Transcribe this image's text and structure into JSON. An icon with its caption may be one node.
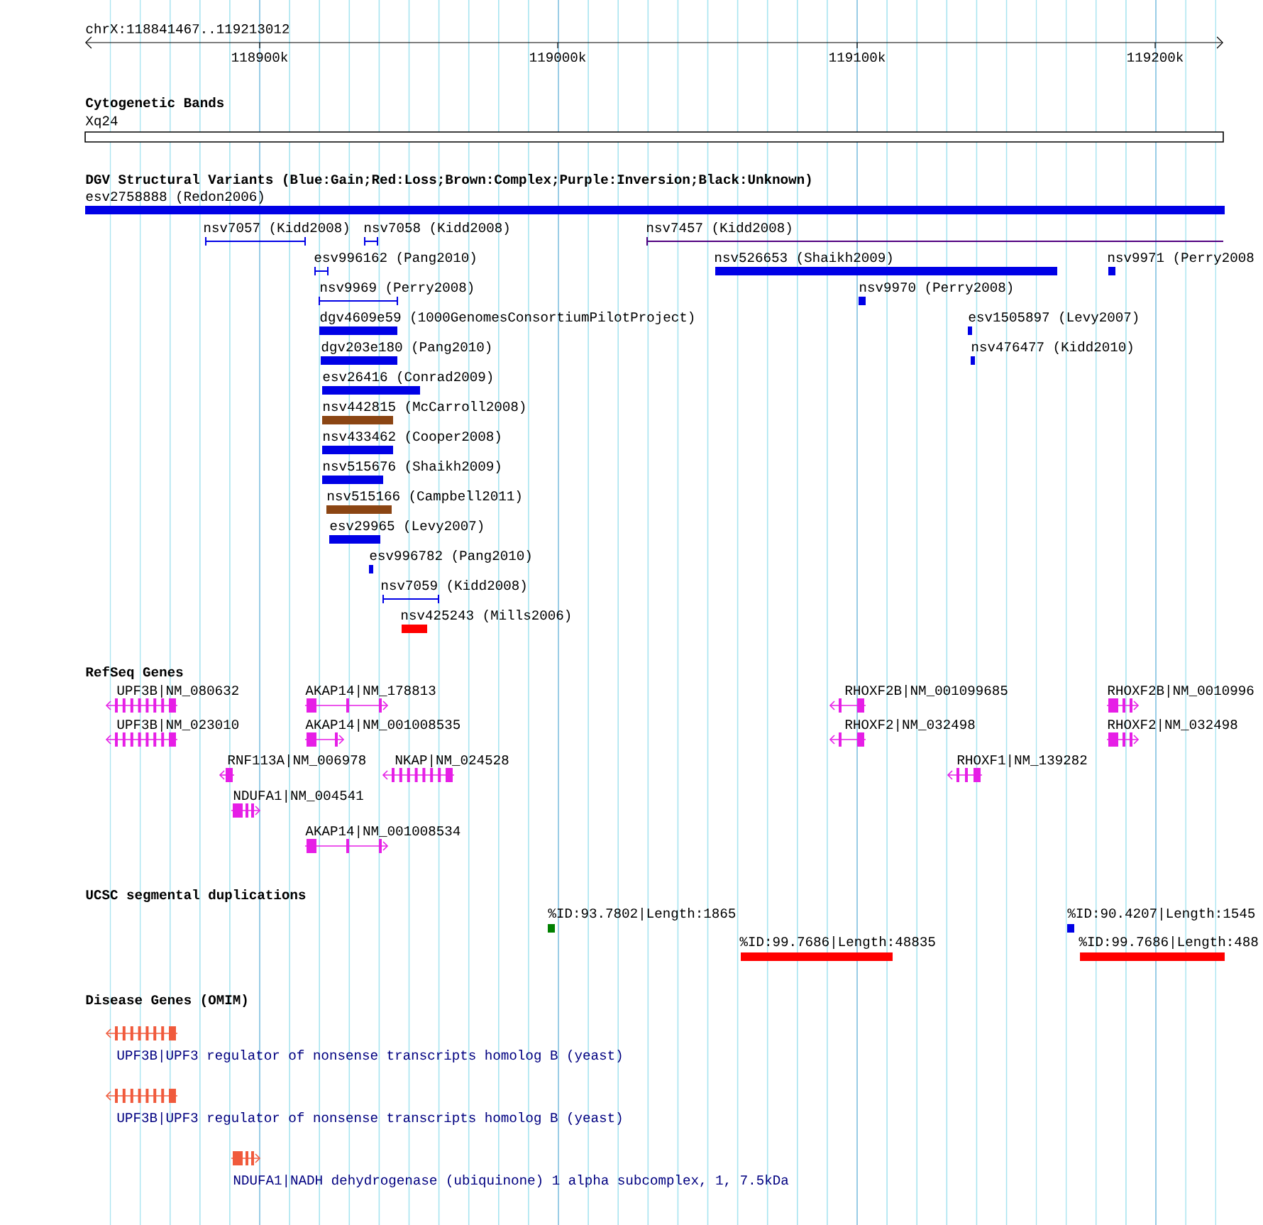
{
  "diagram": {
    "labels": [
      "chrX:118841467..119213012",
      "118900k",
      "119000k",
      "119100k",
      "119200k",
      "Cytogenetic Bands",
      "Xq24",
      "DGV Structural Variants (Blue:Gain;Red:Loss;Brown:Complex;Purple:Inversion;Black:Unknown)",
      "esv2758888 (Redon2006)",
      "nsv7057 (Kidd2008)",
      "nsv7058 (Kidd2008)",
      "nsv7457 (Kidd2008)",
      "esv996162 (Pang2010)",
      "nsv526653 (Shaikh2009)",
      "nsv9971 (Perry2008",
      "nsv9969 (Perry2008)",
      "nsv9970 (Perry2008)",
      "dgv4609e59 (1000GenomesConsortiumPilotProject)",
      "esv1505897 (Levy2007)",
      "dgv203e180 (Pang2010)",
      "nsv476477 (Kidd2010)",
      "esv26416 (Conrad2009)",
      "nsv442815 (McCarroll2008)",
      "nsv433462 (Cooper2008)",
      "nsv515676 (Shaikh2009)",
      "nsv515166 (Campbell2011)",
      "esv29965 (Levy2007)",
      "esv996782 (Pang2010)",
      "nsv7059 (Kidd2008)",
      "nsv425243 (Mills2006)",
      "RefSeq Genes",
      "UPF3B|NM_080632",
      "AKAP14|NM_178813",
      "RHOXF2B|NM_001099685",
      "RHOXF2B|NM_0010996",
      "UPF3B|NM_023010",
      "AKAP14|NM_001008535",
      "RHOXF2|NM_032498",
      "RHOXF2|NM_032498",
      "RNF113A|NM_006978",
      "NKAP|NM_024528",
      "RHOXF1|NM_139282",
      "NDUFA1|NM_004541",
      "AKAP14|NM_001008534",
      "UCSC segmental duplications",
      "%ID:93.7802|Length:1865",
      "%ID:90.4207|Length:1545",
      "%ID:99.7686|Length:48835",
      "%ID:99.7686|Length:488",
      "Disease Genes (OMIM)",
      "UPF3B|UPF3 regulator of nonsense transcripts homolog B (yeast)",
      "UPF3B|UPF3 regulator of nonsense transcripts homolog B (yeast)",
      "NDUFA1|NADH dehydrogenase (ubiquinone) 1 alpha subcomplex, 1, 7.5kDa"
    ]
  }
}
